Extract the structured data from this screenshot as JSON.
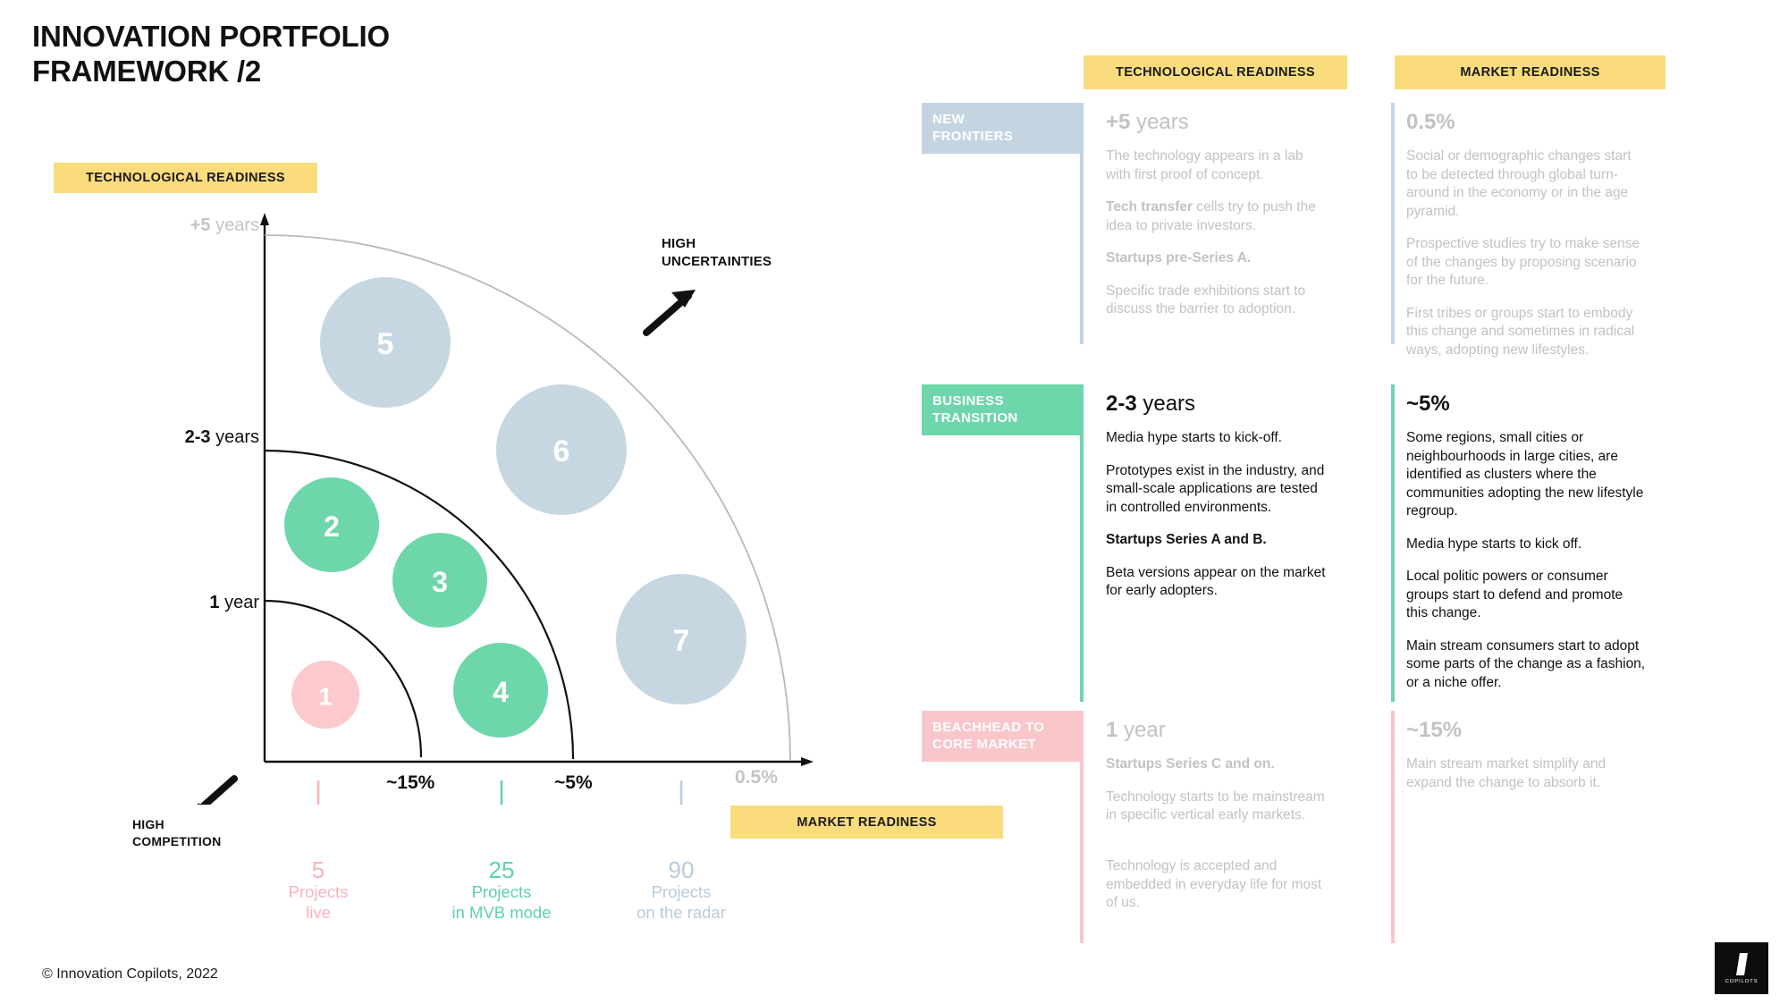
{
  "title": "INNOVATION PORTFOLIO\nFRAMEWORK /2",
  "banners": {
    "tech_left": "TECHNOLOGICAL READINESS",
    "market_bottom": "MARKET READINESS",
    "tech_col": "TECHNOLOGICAL READINESS",
    "market_col": "MARKET READINESS"
  },
  "annotations": {
    "high_uncertainties": "HIGH\nUNCERTAINTIES",
    "high_competition": "HIGH\nCOMPETITION"
  },
  "chart_data": {
    "type": "scatter",
    "title": "Innovation Portfolio Framework",
    "xlabel": "MARKET READINESS",
    "ylabel": "TECHNOLOGICAL READINESS",
    "grid": false,
    "legend": "bottom",
    "y_ticks": [
      {
        "bold": "+5",
        "rest": " years",
        "muted": true
      },
      {
        "bold": "2-3",
        "rest": " years",
        "muted": false
      },
      {
        "bold": "1",
        "rest": " year",
        "muted": false
      }
    ],
    "x_ticks": [
      {
        "label": "~15%",
        "muted": false
      },
      {
        "label": "~5%",
        "muted": false
      },
      {
        "label": "0.5%",
        "muted": true
      }
    ],
    "bands": [
      {
        "name": "beachhead-to-core-market",
        "color": "#f9c6ca"
      },
      {
        "name": "business-transition",
        "color": "#6ED6AB"
      },
      {
        "name": "new-frontiers",
        "color": "#c7d7e2"
      }
    ],
    "points": [
      {
        "id": "1",
        "label": "1",
        "x": 0.09,
        "y": 0.1,
        "r": 38,
        "color": "#FCC9CC",
        "band": "beachhead-to-core-market"
      },
      {
        "id": "2",
        "label": "2",
        "x": 0.13,
        "y": 0.4,
        "r": 52,
        "color": "#6ED6AB",
        "band": "business-transition"
      },
      {
        "id": "3",
        "label": "3",
        "x": 0.33,
        "y": 0.31,
        "r": 52,
        "color": "#6ED6AB",
        "band": "business-transition"
      },
      {
        "id": "4",
        "label": "4",
        "x": 0.44,
        "y": 0.11,
        "r": 52,
        "color": "#6ED6AB",
        "band": "business-transition"
      },
      {
        "id": "5",
        "label": "5",
        "x": 0.23,
        "y": 0.76,
        "r": 73,
        "color": "#C7D7E2",
        "band": "new-frontiers"
      },
      {
        "id": "6",
        "label": "6",
        "x": 0.56,
        "y": 0.58,
        "r": 73,
        "color": "#C7D7E2",
        "band": "new-frontiers"
      },
      {
        "id": "7",
        "label": "7",
        "x": 0.79,
        "y": 0.22,
        "r": 73,
        "color": "#C7D7E2",
        "band": "new-frontiers"
      }
    ],
    "legend_items": [
      {
        "count": "5",
        "text": "Projects\nlive",
        "color": "#F9B4B8"
      },
      {
        "count": "25",
        "text": "Projects\nin MVB mode",
        "color": "#5FD3A5"
      },
      {
        "count": "90",
        "text": "Projects\non the radar",
        "color": "#B9CBD9"
      }
    ]
  },
  "table": {
    "rows": [
      {
        "tag": "NEW\nFRONTIERS",
        "tag_bg": "#C4D5E1",
        "rule": "#C4D5E1",
        "state": "faded",
        "tech": {
          "headline_bold": "+5",
          "headline_rest": " years",
          "paragraphs": [
            {
              "bold": "",
              "text": "The technology appears in a lab with first proof of concept."
            },
            {
              "bold": "Tech transfer",
              "text": " cells try to push the idea to private investors."
            },
            {
              "bold": "Startups pre-Series A.",
              "text": ""
            },
            {
              "bold": "",
              "text": "Specific trade exhibitions start to discuss the barrier to adoption."
            }
          ]
        },
        "market": {
          "headline_bold": "0.5%",
          "headline_rest": "",
          "paragraphs": [
            {
              "bold": "",
              "text": "Social or demographic changes start to be detected through global turn-around in the economy or in the age pyramid."
            },
            {
              "bold": "",
              "text": "Prospective studies try to make sense of the changes by proposing scenario for the future."
            },
            {
              "bold": "",
              "text": "First tribes or groups start to embody this change and sometimes in radical ways, adopting new lifestyles."
            }
          ]
        }
      },
      {
        "tag": "BUSINESS\nTRANSITION",
        "tag_bg": "#6ED6AB",
        "rule": "#6ED6AB",
        "state": "dark",
        "tech": {
          "headline_bold": "2-3",
          "headline_rest": " years",
          "paragraphs": [
            {
              "bold": "",
              "text": "Media hype starts to kick-off."
            },
            {
              "bold": "",
              "text": "Prototypes exist in the industry, and small-scale applications are tested in controlled environments."
            },
            {
              "bold": "Startups Series A and B.",
              "text": ""
            },
            {
              "bold": "",
              "text": "Beta versions appear on the market for early adopters."
            }
          ]
        },
        "market": {
          "headline_bold": "~5%",
          "headline_rest": "",
          "paragraphs": [
            {
              "bold": "",
              "text": "Some regions, small cities or neighbourhoods in large cities, are identified as clusters where the communities adopting the new lifestyle regroup."
            },
            {
              "bold": "",
              "text": "Media hype starts to kick off."
            },
            {
              "bold": "",
              "text": "Local politic powers or consumer groups start to defend and promote this change."
            },
            {
              "bold": "",
              "text": "Main stream consumers start to adopt some parts of the change as a fashion, or a niche offer."
            }
          ]
        }
      },
      {
        "tag": "BEACHHEAD TO\nCORE MARKET",
        "tag_bg": "#F9C6CA",
        "rule": "#F9C6CA",
        "state": "faded",
        "tech": {
          "headline_bold": "1",
          "headline_rest": " year",
          "paragraphs": [
            {
              "bold": "Startups Series C and on.",
              "text": ""
            },
            {
              "bold": "",
              "text": "Technology starts to be mainstream in specific vertical early markets."
            },
            {
              "bold": "",
              "text": "Technology is accepted and embedded in everyday life for most of us."
            }
          ]
        },
        "market": {
          "headline_bold": "~15%",
          "headline_rest": "",
          "paragraphs": [
            {
              "bold": "",
              "text": "Main stream market simplify and expand the change to absorb it."
            }
          ]
        }
      }
    ]
  },
  "footer": {
    "copyright": "© Innovation Copilots, 2022",
    "logo_wordmark": "COPILOTS"
  },
  "colors": {
    "yellow": "#FADC7D",
    "green": "#6ED6AB",
    "blue": "#C7D7E2",
    "pink": "#FCC9CC",
    "muted": "#C2C2C2",
    "ink": "#111111"
  }
}
